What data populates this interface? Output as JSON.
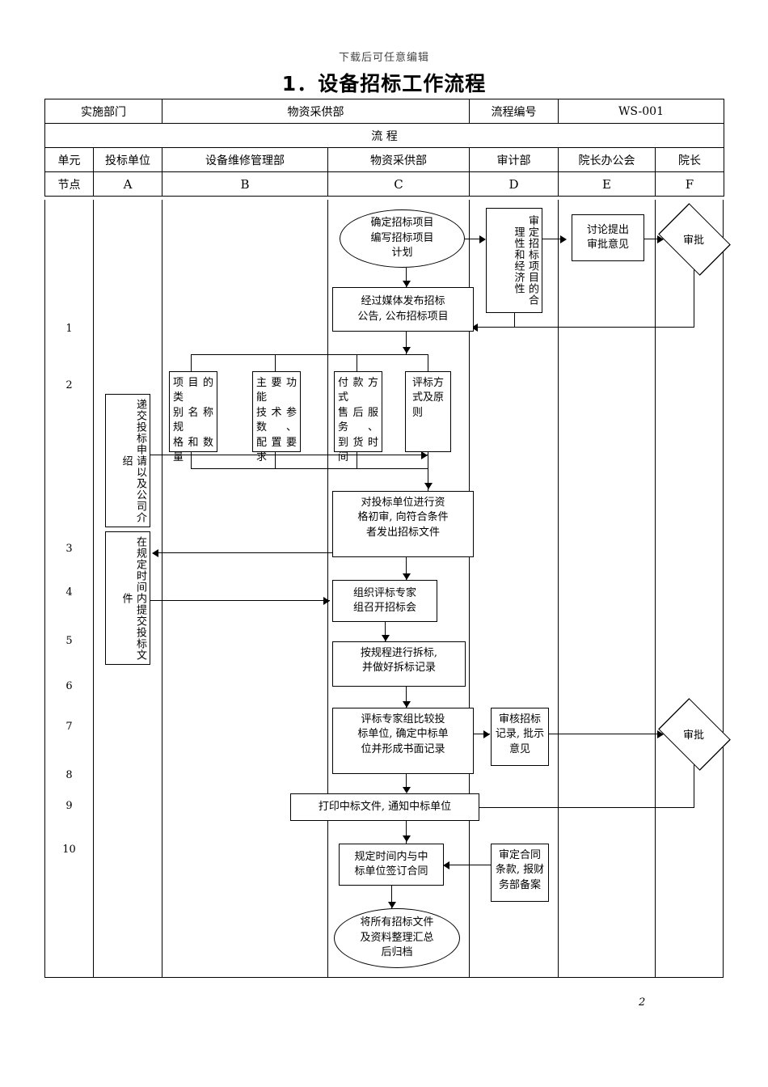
{
  "document": {
    "watermark": "下载后可任意编辑",
    "title": "1．设备招标工作流程",
    "page_number": "2"
  },
  "info_table": {
    "label_department": "实施部门",
    "value_department": "物资采供部",
    "label_process_no": "流程编号",
    "value_process_no": "WS-001",
    "section_title": "流  程"
  },
  "columns": {
    "unit_label": "单元",
    "node_label": "节点",
    "headers": [
      {
        "name": "投标单位",
        "letter": "A"
      },
      {
        "name": "设备维修管理部",
        "letter": "B"
      },
      {
        "name": "物资采供部",
        "letter": "C"
      },
      {
        "name": "审计部",
        "letter": "D"
      },
      {
        "name": "院长办公会",
        "letter": "E"
      },
      {
        "name": "院长",
        "letter": "F"
      }
    ]
  },
  "node_numbers": [
    "1",
    "2",
    "3",
    "4",
    "5",
    "6",
    "7",
    "8",
    "9",
    "10"
  ],
  "flow": {
    "c_start": "确定招标项目\n编写招标项目\n计划",
    "c_publish": "经过媒体发布招标\n公告, 公布招标项目",
    "d_review_plan": "审定招标项目的合理性和经济性",
    "e_discuss": "讨论提出\n审批意见",
    "f_approve_1": "审批",
    "b_item1": "项目的类\n别名称规\n格和数量",
    "b_item2": "主要功能\n技术参数、\n配置要求",
    "c_item3": "付款方式\n售后服务、\n到货时间",
    "c_item4": "评标方\n式及原\n则",
    "a_submit": "递交投标申请以及公司介绍",
    "c_prequalify": "对投标单位进行资\n格初审, 向符合条件\n者发出招标文件",
    "a_deliver": "在规定时间内提交投标文件",
    "c_meeting": "组织评标专家\n组召开招标会",
    "c_open": "按规程进行拆标,\n并做好拆标记录",
    "c_evaluate": "评标专家组比较投\n标单位, 确定中标单\n位并形成书面记录",
    "d_audit": "审核招标\n记录, 批示\n意见",
    "f_approve_2": "审批",
    "c_print": "打印中标文件, 通知中标单位",
    "c_contract": "规定时间内与中\n标单位签订合同",
    "d_contract_audit": "审定合同\n条款, 报财\n务部备案",
    "c_archive": "将所有招标文件\n及资料整理汇总\n后归档"
  }
}
